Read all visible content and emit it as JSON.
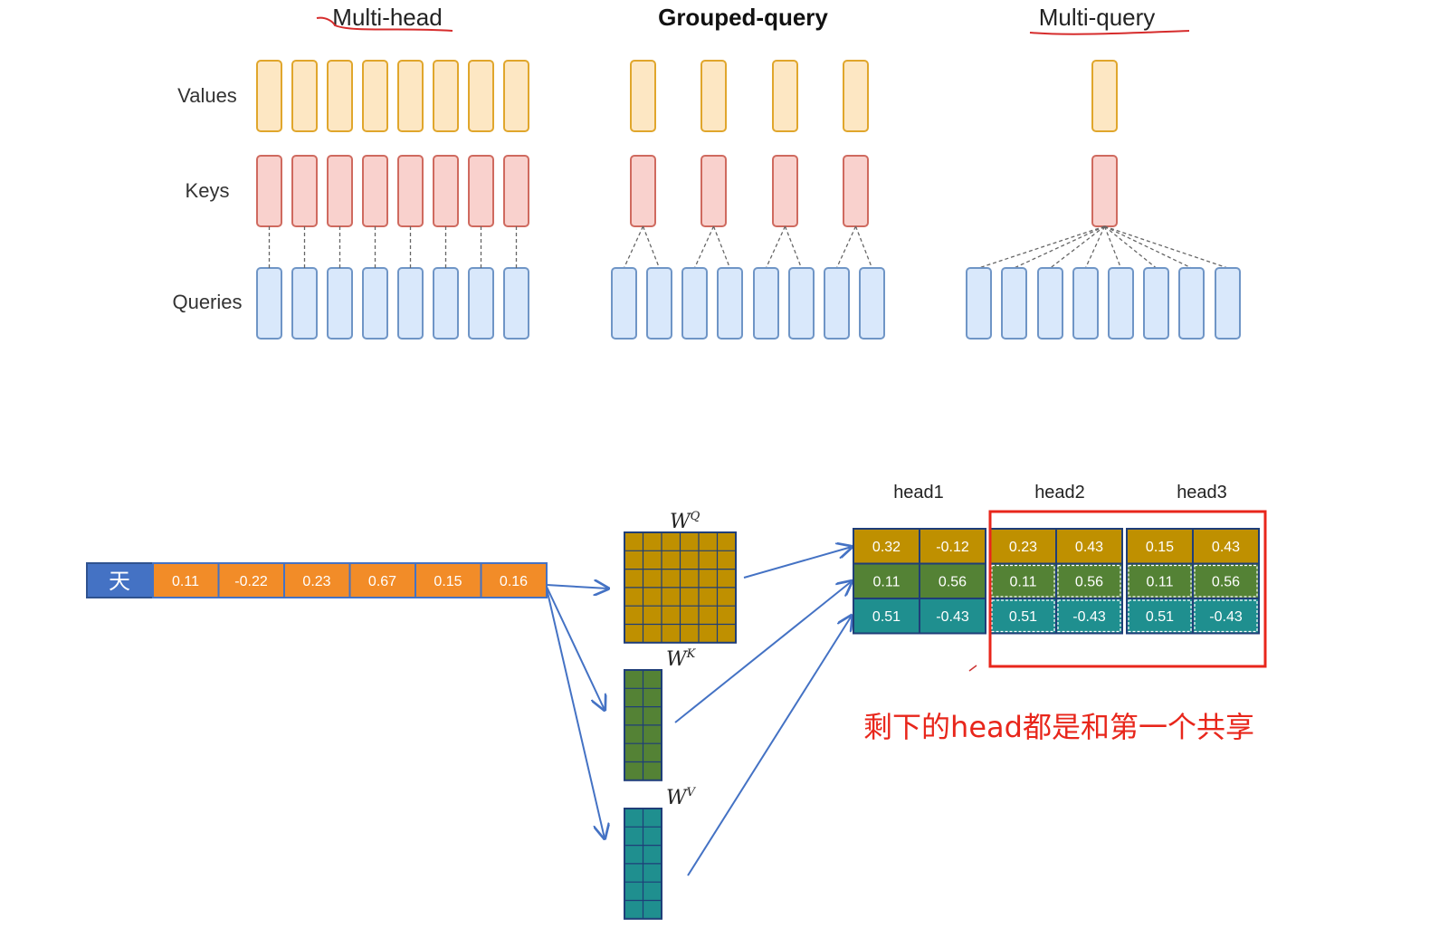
{
  "attention_types": {
    "multi_head": "Multi-head",
    "grouped_query": "Grouped-query",
    "multi_query": "Multi-query"
  },
  "row_labels": {
    "values": "Values",
    "keys": "Keys",
    "queries": "Queries"
  },
  "colors": {
    "value_fill": "#fde7c3",
    "value_stroke": "#e0a62c",
    "key_fill": "#f9d1cd",
    "key_stroke": "#cf6a5f",
    "query_fill": "#d9e8fb",
    "query_stroke": "#6f95c6",
    "token_blue": "#4472c4",
    "embedding_orange": "#f28c28",
    "wq_gold": "#bf9000",
    "wk_green": "#548235",
    "wv_teal": "#1f8f8f",
    "arrow_blue": "#4472c4",
    "highlight_red": "#e8261b"
  },
  "embedding": {
    "token": "天",
    "values": [
      "0.11",
      "-0.22",
      "0.23",
      "0.67",
      "0.15",
      "0.16"
    ]
  },
  "weights": {
    "wq": {
      "base": "W",
      "sup": "Q"
    },
    "wk": {
      "base": "W",
      "sup": "K"
    },
    "wv": {
      "base": "W",
      "sup": "V"
    }
  },
  "heads": [
    {
      "label": "head1",
      "rows": [
        [
          "0.32",
          "-0.12"
        ],
        [
          "0.11",
          "0.56"
        ],
        [
          "0.51",
          "-0.43"
        ]
      ]
    },
    {
      "label": "head2",
      "rows": [
        [
          "0.23",
          "0.43"
        ],
        [
          "0.11",
          "0.56"
        ],
        [
          "0.51",
          "-0.43"
        ]
      ]
    },
    {
      "label": "head3",
      "rows": [
        [
          "0.15",
          "0.43"
        ],
        [
          "0.11",
          "0.56"
        ],
        [
          "0.51",
          "-0.43"
        ]
      ]
    }
  ],
  "annotation": "剩下的head都是和第一个共享"
}
